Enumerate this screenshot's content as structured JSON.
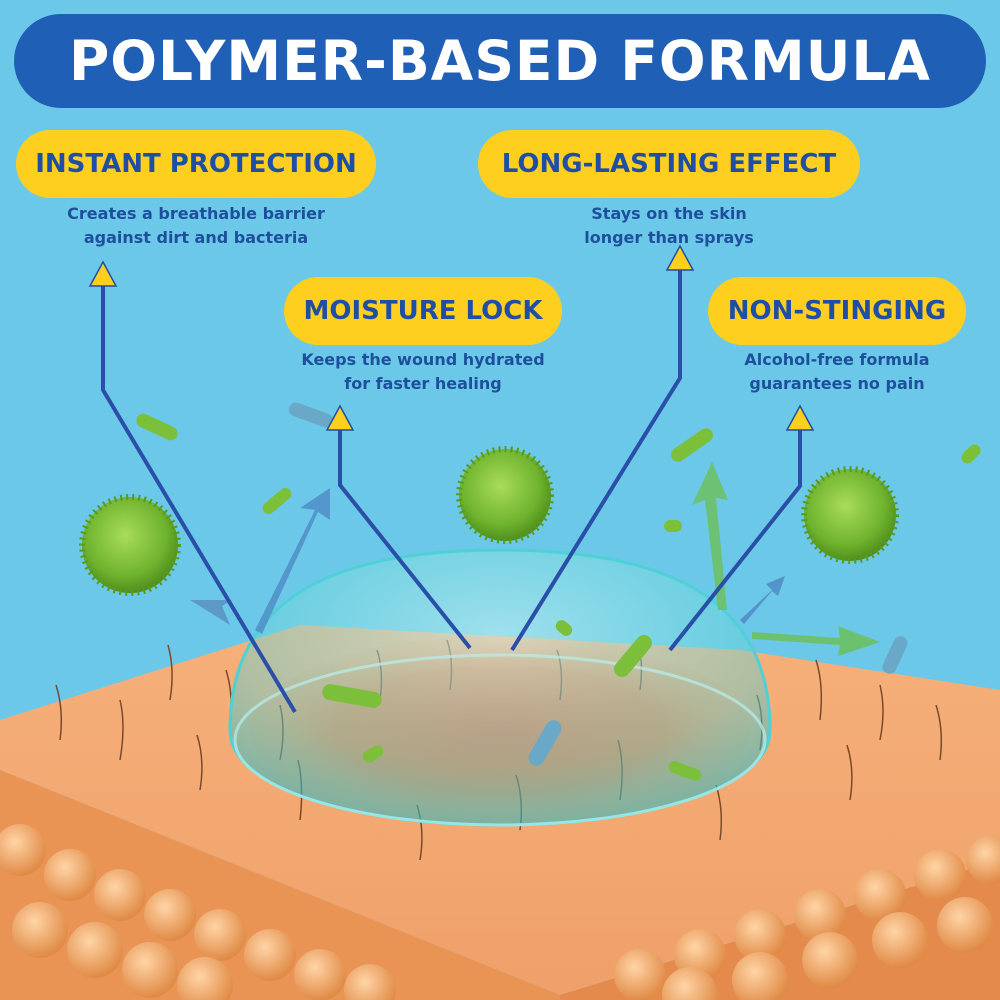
{
  "title": "POLYMER-BASED FORMULA",
  "colors": {
    "background": "#6cc8e8",
    "banner": "#1f5fb5",
    "pill": "#ffcf1f",
    "pill_text": "#1f4fa5",
    "description_text": "#1d4f9c",
    "connector_line": "#2a4fa8",
    "arrowhead": "#ffcf1f",
    "skin": "#f0a468",
    "dome": "#6fd6d8",
    "bacteria_green": "#7bbf3a"
  },
  "features": [
    {
      "label": "INSTANT PROTECTION",
      "description_line1": "Creates a breathable barrier",
      "description_line2": "against dirt and bacteria"
    },
    {
      "label": "LONG-LASTING EFFECT",
      "description_line1": "Stays on the skin",
      "description_line2": "longer than sprays"
    },
    {
      "label": "MOISTURE LOCK",
      "description_line1": "Keeps the wound hydrated",
      "description_line2": "for faster healing"
    },
    {
      "label": "NON-STINGING",
      "description_line1": "Alcohol-free formula",
      "description_line2": "guarantees no pain"
    }
  ]
}
